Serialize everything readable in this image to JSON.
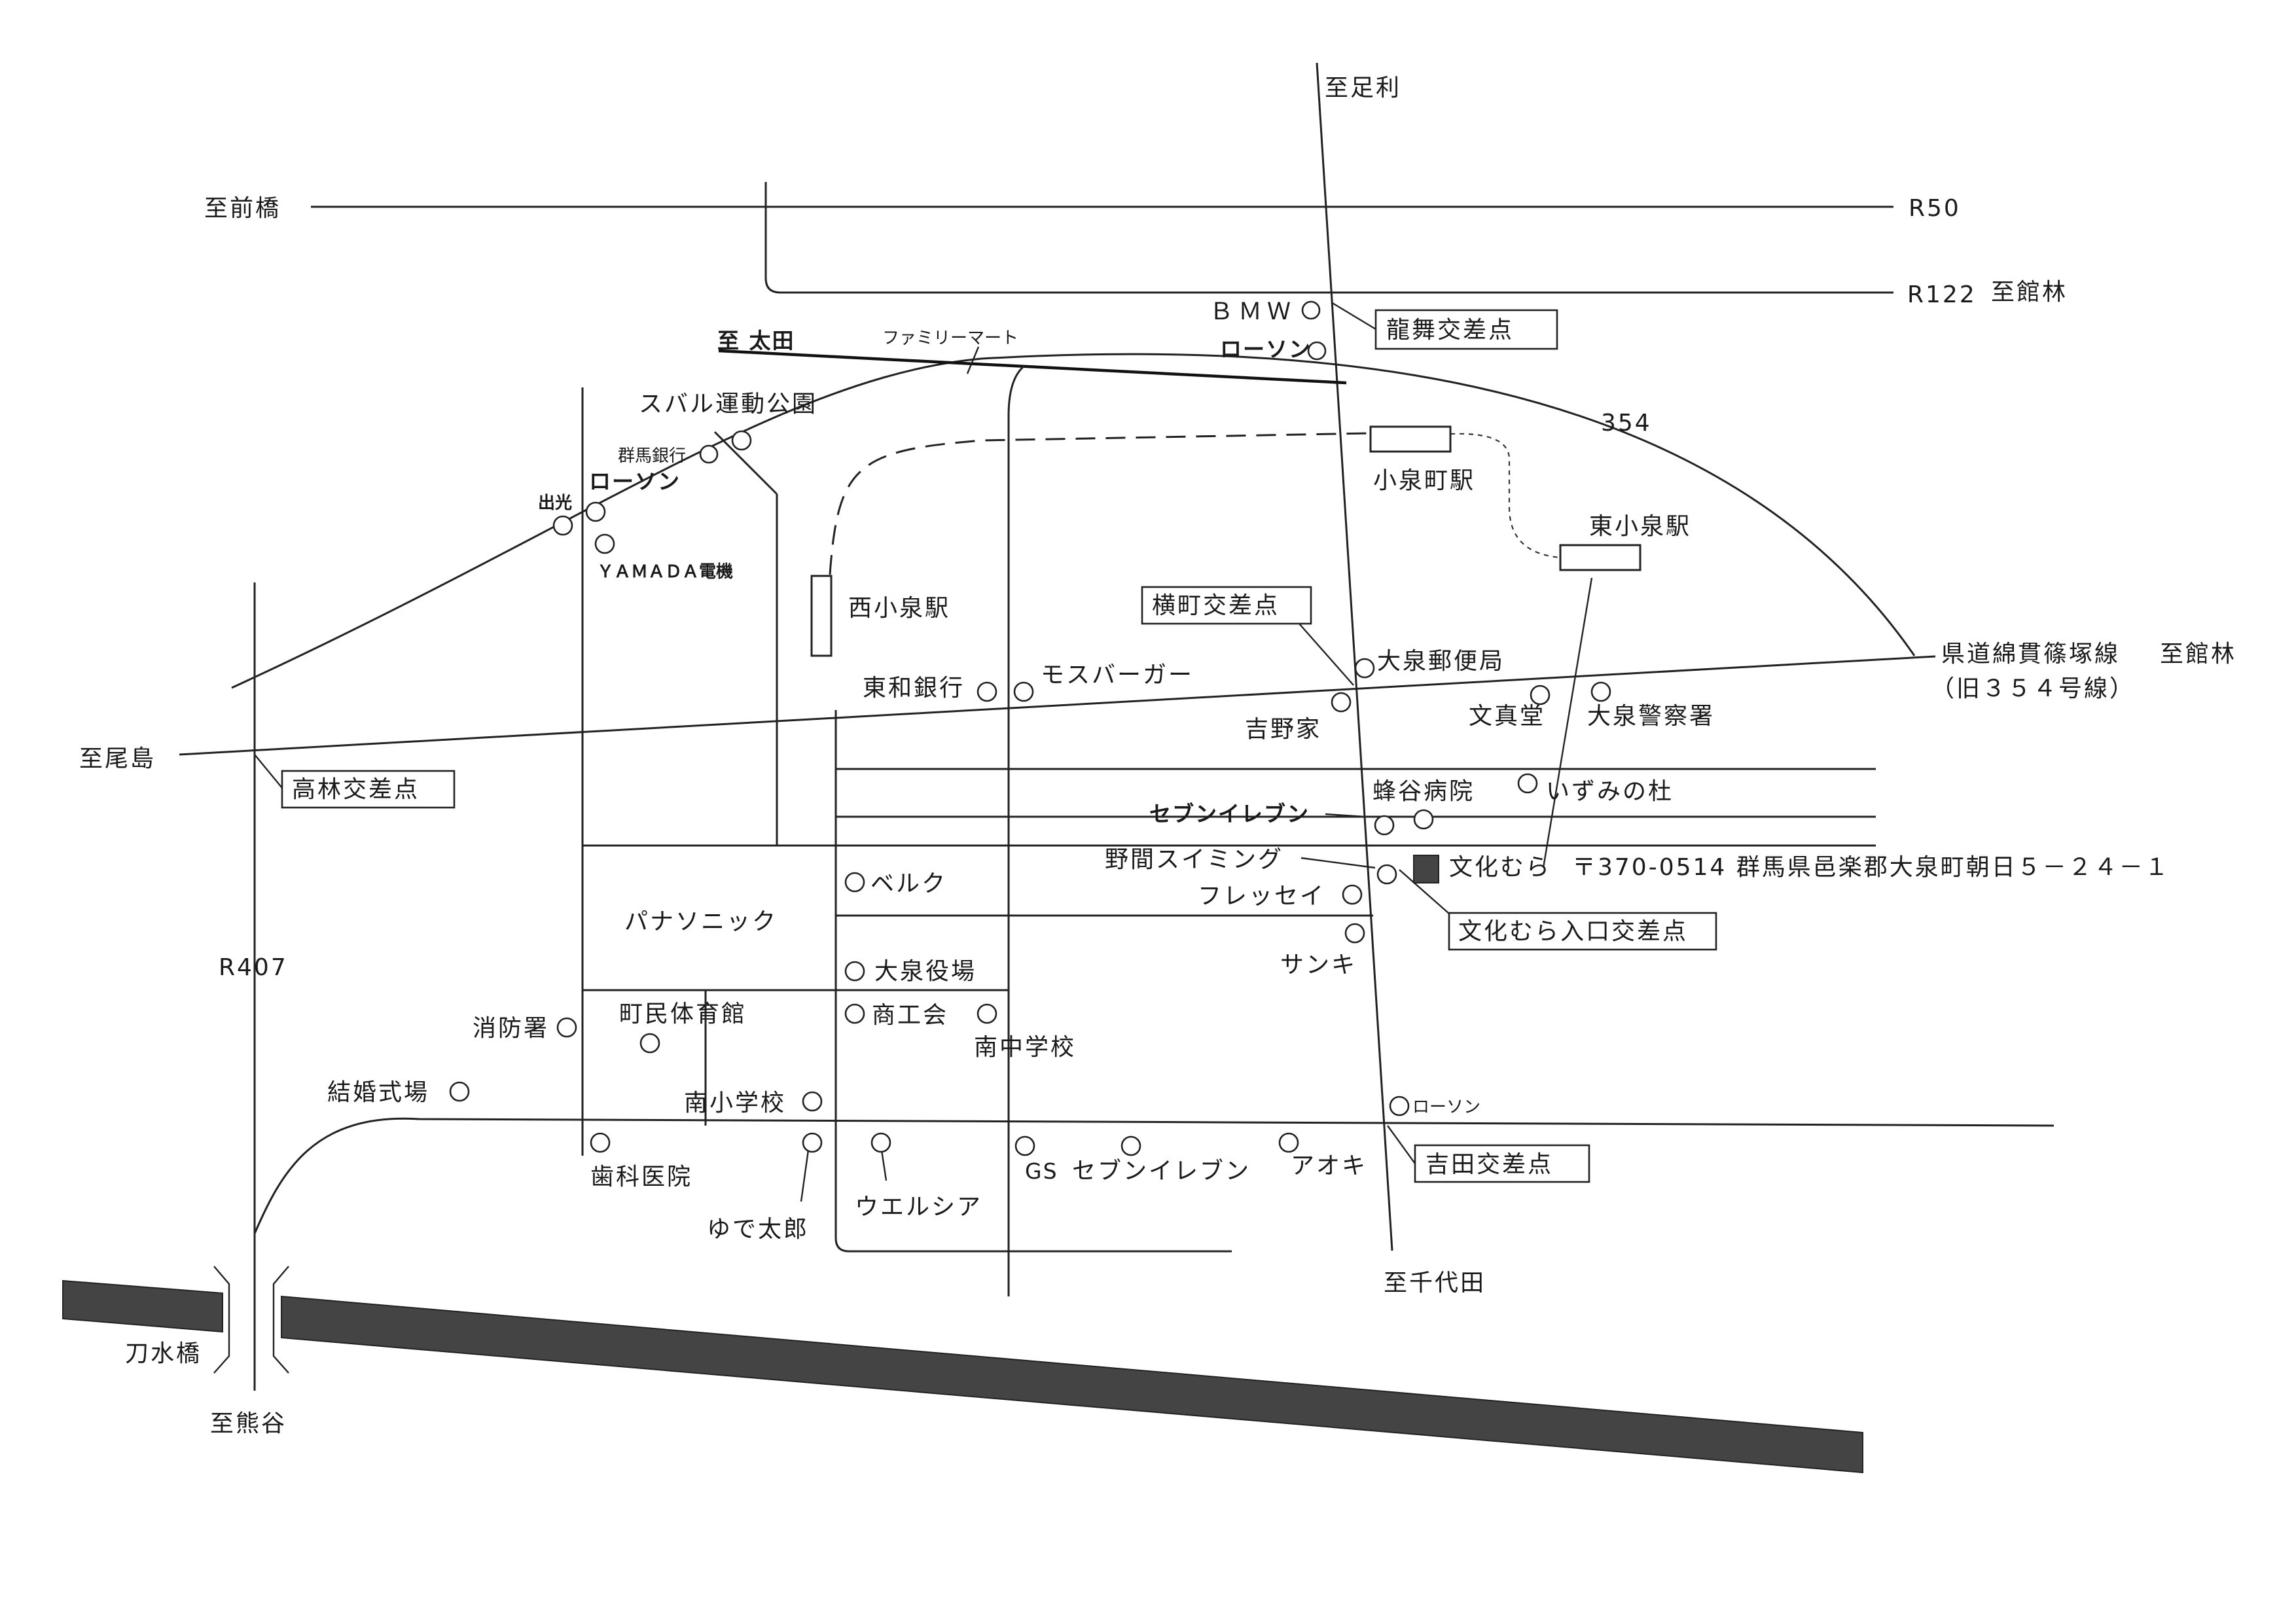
{
  "map": {
    "directions": {
      "ashikaga": "至足利",
      "maebashi": "至前橋",
      "r50": "R50",
      "r122": "R122",
      "tatebayashi_top": "至館林",
      "ota": "至 太田",
      "route354": "354",
      "prefectural_road": "県道綿貫篠塚線",
      "tatebayashi_right": "至館林",
      "old354": "（旧３５４号線）",
      "oshima": "至尾島",
      "r407": "R407",
      "chiyoda": "至千代田",
      "kumagaya": "至熊谷",
      "tosui_bridge": "刀水橋"
    },
    "intersections": {
      "ryubu": "龍舞交差点",
      "yokomachi": "横町交差点",
      "takabayashi": "高林交差点",
      "bunkamura_entrance": "文化むら入口交差点",
      "yoshida": "吉田交差点"
    },
    "stations": {
      "koizumimachi": "小泉町駅",
      "higashi_koizumi": "東小泉駅",
      "nishi_koizumi": "西小泉駅"
    },
    "landmarks": {
      "bmw": "ＢＭＷ",
      "lawson_top": "ローソン",
      "familymart": "ファミリーマート",
      "subaru_park": "スバル運動公園",
      "gunma_bank": "群馬銀行",
      "lawson_left": "ローソン",
      "idemitsu": "出光",
      "yamada": "ＹＡＭＡＤＡ電機",
      "towa_bank": "東和銀行",
      "mos_burger": "モスバーガー",
      "yoshinoya": "吉野家",
      "oizumi_post": "大泉郵便局",
      "bunshindo": "文真堂",
      "oizumi_police": "大泉警察署",
      "hachiya_hospital": "蜂谷病院",
      "izumi_no_mori": "いずみの杜",
      "seven_eleven_mid": "セブンイレブン",
      "noma_swimming": "野間スイミング",
      "fressay": "フレッセイ",
      "sanki": "サンキ",
      "panasonic": "パナソニック",
      "belc": "ベルク",
      "oizumi_town_hall": "大泉役場",
      "chamber_commerce": "商工会",
      "minami_junior_high": "南中学校",
      "town_gym": "町民体育館",
      "fire_station": "消防署",
      "wedding_hall": "結婚式場",
      "minami_elementary": "南小学校",
      "dental_clinic": "歯科医院",
      "yudetaro": "ゆで太郎",
      "welcia": "ウエルシア",
      "gs": "GS",
      "seven_eleven_bottom": "セブンイレブン",
      "aoki": "アオキ",
      "lawson_bottom": "ローソン"
    },
    "destination": {
      "name": "文化むら",
      "address": "〒370-0514 群馬県邑楽郡大泉町朝日５－２４－１"
    }
  }
}
